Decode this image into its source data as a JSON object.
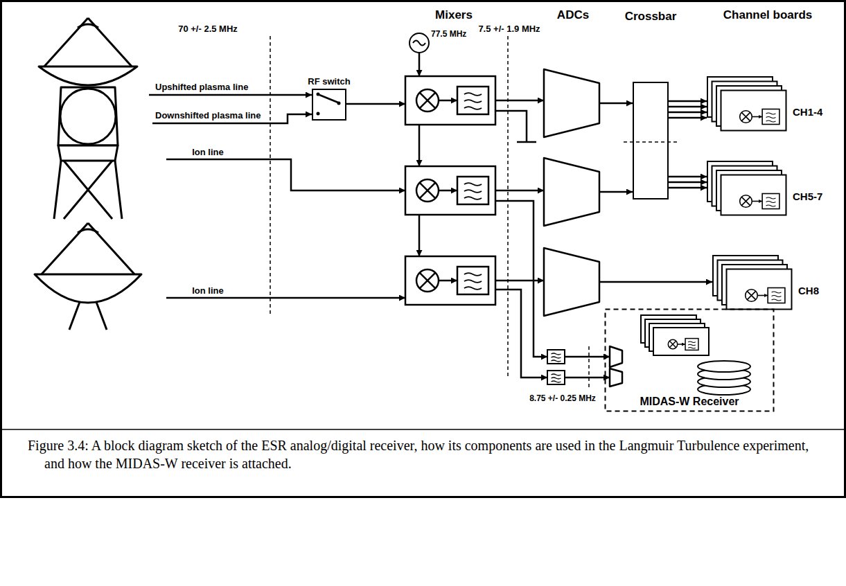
{
  "diagram": {
    "caption": "Figure 3.4: A block diagram sketch of the ESR analog/digital receiver, how its components are used in the Langmuir Turbulence experiment, and how the MIDAS-W receiver is attached.",
    "nodes": [
      {
        "text": [
          "RF switch"
        ]
      },
      {
        "text": [
          "Crossbar"
        ]
      },
      {
        "text": [
          "CH1-4"
        ]
      },
      {
        "text": [
          "CH5-7"
        ]
      },
      {
        "text": [
          "CH8"
        ]
      },
      {
        "text": [
          "MIDAS-W Receiver"
        ]
      }
    ],
    "edges": [
      {
        "from": 1,
        "to": 2,
        "arrow": "to"
      },
      {
        "from": 1,
        "to": 3,
        "arrow": "to"
      }
    ],
    "labels": [
      "70 +/- 2.5 MHz",
      "Mixers",
      "ADCs",
      "Channel boards",
      "77.5 MHz",
      "7.5 +/- 1.9 MHz",
      "Upshifted plasma line",
      "Downshifted plasma line",
      "Ion line",
      "Ion line",
      "8.75 +/- 0.25 MHz"
    ]
  }
}
